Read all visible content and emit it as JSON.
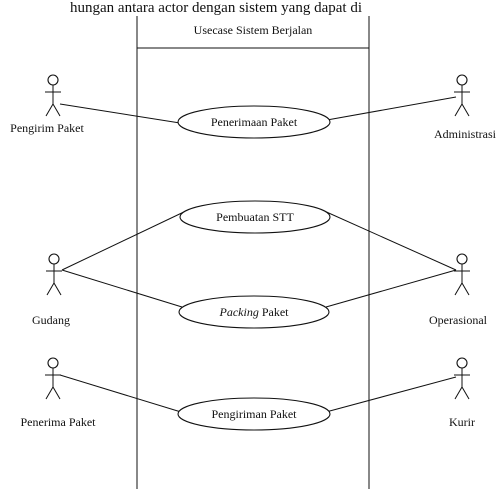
{
  "header_text_fragment": "hungan antara actor dengan sistem yang dapat di",
  "system": {
    "title": "Usecase Sistem Berjalan"
  },
  "actors": {
    "pengirim": "Pengirim Paket",
    "gudang": "Gudang",
    "penerima": "Penerima Paket",
    "administrasi": "Administrasi",
    "operasional": "Operasional",
    "kurir": "Kurir"
  },
  "usecases": {
    "penerimaan": "Penerimaan Paket",
    "stt": "Pembuatan STT",
    "packing_italic": "Packing",
    "packing_rest": " Paket",
    "pengiriman": "Pengiriman Paket"
  }
}
